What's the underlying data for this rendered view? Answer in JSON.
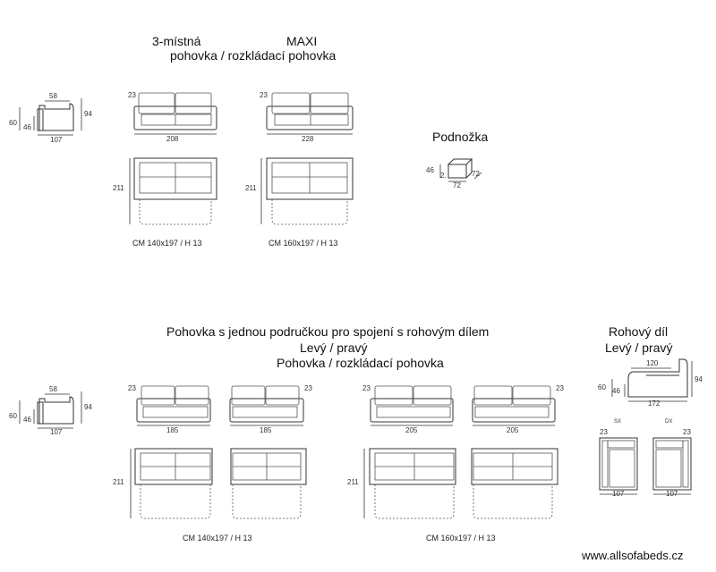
{
  "top": {
    "title_line1_left": "3-místná",
    "title_line1_right": "MAXI",
    "title_line2": "pohovka / rozkládací pohovka",
    "side_view": {
      "seat_depth": "58",
      "height": "94",
      "arm_height": "60",
      "seat_height": "46",
      "depth": "107"
    },
    "sofa_a": {
      "back": "23",
      "width": "208",
      "bed_length": "211",
      "mattress": "CM 140x197 / H 13"
    },
    "sofa_b": {
      "back": "23",
      "width": "228",
      "bed_length": "211",
      "mattress": "CM 160x197 / H 13"
    },
    "footstool": {
      "title": "Podnožka",
      "height": "46",
      "depth_label": "2.",
      "width": "72",
      "length": "72"
    }
  },
  "bottom": {
    "title_line1": "Pohovka s jednou područkou pro spojení s rohovým dílem",
    "title_line2": "Levý / pravý",
    "title_line3": "Pohovka / rozkládací pohovka",
    "side_view": {
      "seat_depth": "58",
      "height": "94",
      "arm_height": "60",
      "seat_height": "46",
      "depth": "107"
    },
    "sofa_1": {
      "back": "23",
      "width": "185"
    },
    "sofa_2": {
      "back": "23",
      "width": "185"
    },
    "sofa_3": {
      "back": "23",
      "width": "205"
    },
    "sofa_4": {
      "back": "23",
      "width": "205"
    },
    "bed_length_a": "211",
    "bed_length_b": "211",
    "mattress_a": "CM 140x197 / H 13",
    "mattress_b": "CM 160x197 / H 13"
  },
  "corner": {
    "title_line1": "Rohový díl",
    "title_line2": "Levý / pravý",
    "inner_width": "120",
    "height": "94",
    "arm_height": "60",
    "seat_height": "46",
    "total_width": "172",
    "left_label": "SX",
    "right_label": "DX",
    "left_back": "23",
    "right_back": "23",
    "left_depth": "107",
    "right_depth": "107"
  },
  "watermark": "www.allsofabeds.cz"
}
